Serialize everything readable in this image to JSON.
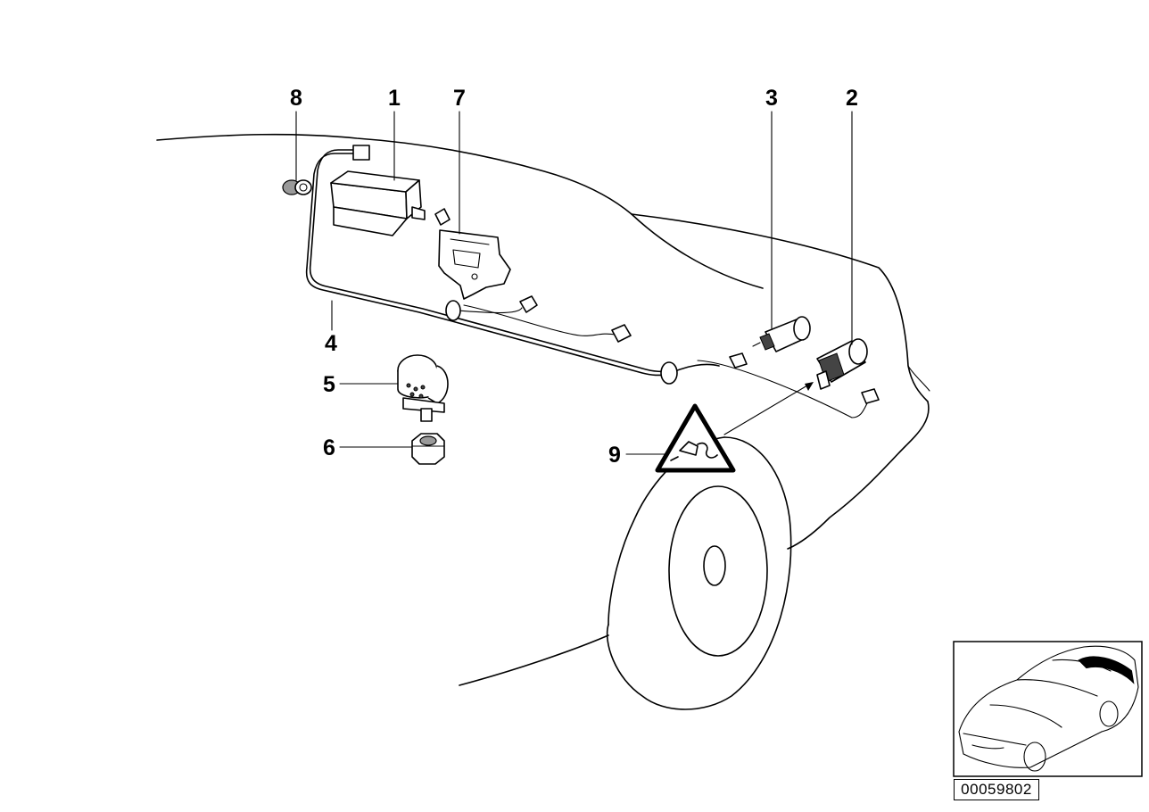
{
  "callouts": [
    {
      "number": "1",
      "part": "control-unit"
    },
    {
      "number": "2",
      "part": "ultrasonic-sensor-outer"
    },
    {
      "number": "3",
      "part": "ultrasonic-sensor-inner"
    },
    {
      "number": "4",
      "part": "wiring-harness"
    },
    {
      "number": "5",
      "part": "gong-buzzer"
    },
    {
      "number": "6",
      "part": "hex-nut"
    },
    {
      "number": "7",
      "part": "mounting-bracket"
    },
    {
      "number": "8",
      "part": "grommet-clip"
    },
    {
      "number": "9",
      "part": "warning-symbol"
    }
  ],
  "reference_number": "00059802"
}
